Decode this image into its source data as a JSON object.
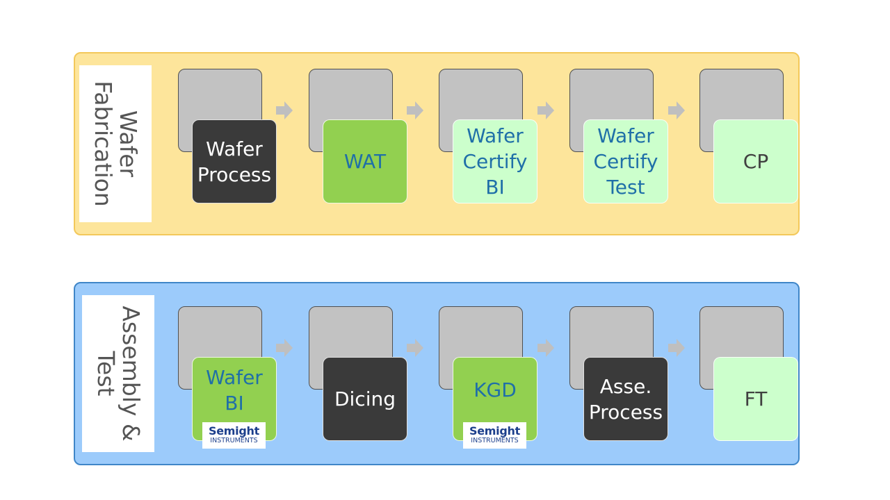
{
  "rows": [
    {
      "id": "wafer",
      "label": "Wafer\nFabrication",
      "steps": [
        {
          "text": "Wafer\nProcess",
          "style": "dark"
        },
        {
          "text": "WAT",
          "style": "green"
        },
        {
          "text": "Wafer\nCertify\nBI",
          "style": "mint"
        },
        {
          "text": "Wafer\nCertify\nTest",
          "style": "mint"
        },
        {
          "text": "CP",
          "style": "mint plain"
        }
      ]
    },
    {
      "id": "assembly",
      "label": "Assembly &\nTest",
      "steps": [
        {
          "text": "Wafer\nBI",
          "style": "green",
          "logo": true
        },
        {
          "text": "Dicing",
          "style": "dark"
        },
        {
          "text": "KGD",
          "style": "green",
          "logo": true
        },
        {
          "text": "Asse.\nProcess",
          "style": "dark"
        },
        {
          "text": "FT",
          "style": "mint plain"
        }
      ]
    }
  ],
  "logo": {
    "brand": "Semight",
    "sub": "INSTRUMENTS"
  },
  "colors": {
    "wafer_band": "#fde59b",
    "assembly_band": "#9ccbfb",
    "dark_step": "#3a3a3a",
    "green_step": "#92d050",
    "mint_step": "#ccffcc",
    "arrow": "#bfbfbf"
  }
}
